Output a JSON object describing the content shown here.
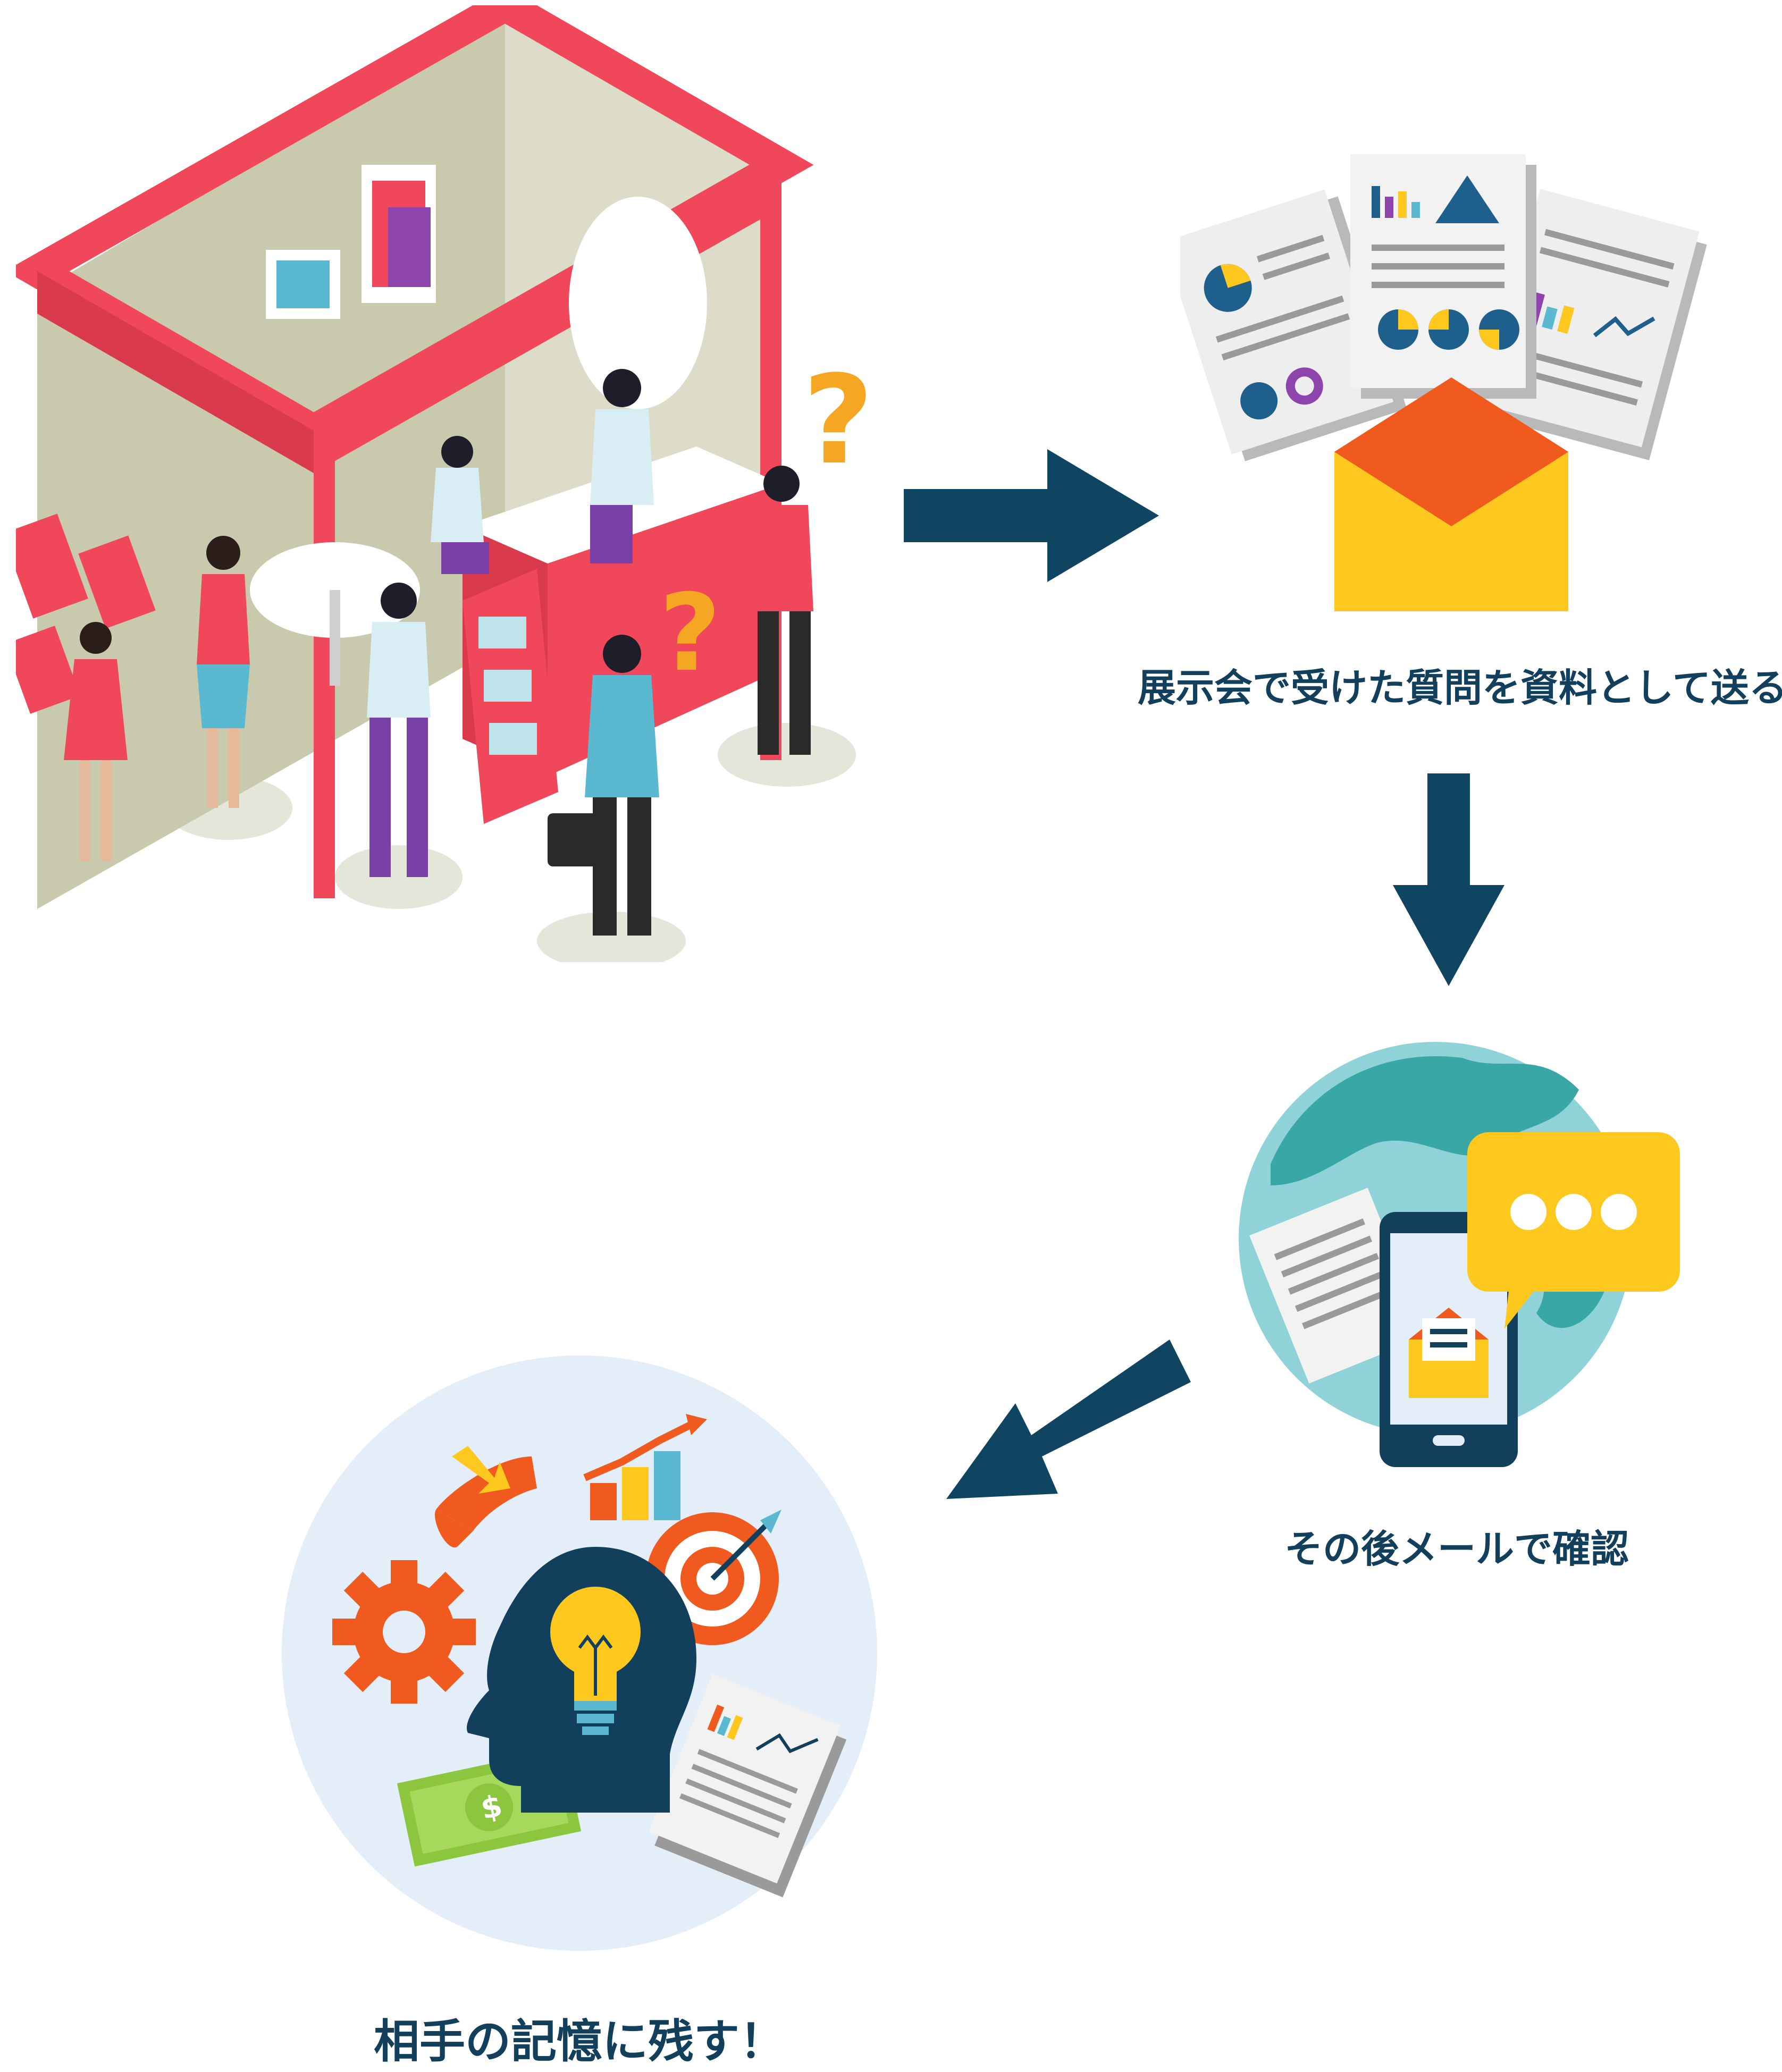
{
  "steps": [
    {
      "caption": ""
    },
    {
      "caption": "展示会で受けた質問を資料として送る"
    },
    {
      "caption": "その後メールで確認"
    },
    {
      "caption": "相手の記憶に残す！"
    }
  ],
  "icons": {
    "step1": "trade-show-booth-illustration",
    "step2": "documents-envelope-icon",
    "step3": "globe-smartphone-chat-icon",
    "step4": "head-lightbulb-ideas-icon"
  },
  "colors": {
    "arrow": "#0f4560",
    "caption": "#12405c",
    "booth_red": "#f0485a",
    "envelope_yellow": "#ffc81e",
    "envelope_orange": "#f05a1e",
    "globe_teal": "#3aa7a7",
    "circle_bg": "#e3eef8"
  }
}
